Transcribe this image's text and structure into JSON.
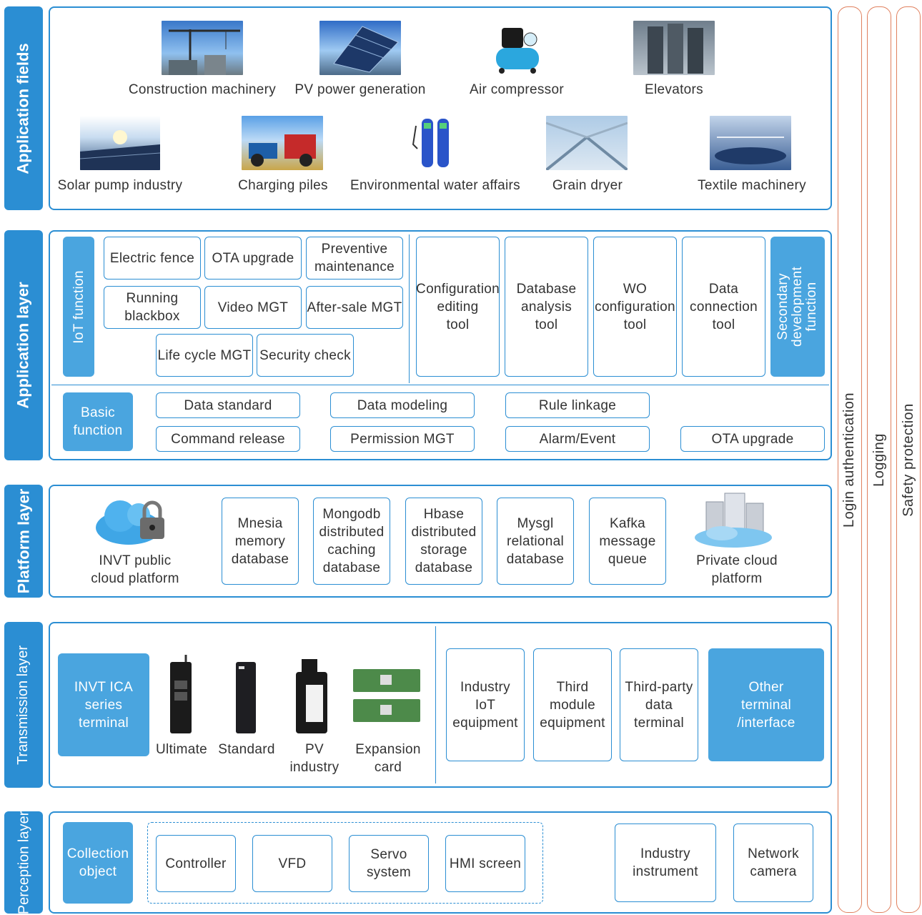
{
  "layers": {
    "application_fields": "Application fields",
    "application_layer": "Application layer",
    "platform_layer": "Platform layer",
    "transmission_layer": "Transmission layer",
    "perception_layer": "Perception\nlayer"
  },
  "rails": {
    "login": "Login authentication",
    "logging": "Logging",
    "safety": "Safety protection"
  },
  "fields": {
    "construction": "Construction machinery",
    "pv": "PV power generation",
    "air": "Air compressor",
    "elevators": "Elevators",
    "solar_pump": "Solar pump industry",
    "charging": "Charging piles",
    "water": "Environmental water affairs",
    "grain": "Grain dryer",
    "textile": "Textile machinery"
  },
  "app": {
    "iot_function": "IoT function",
    "electric_fence": "Electric fence",
    "ota_upgrade": "OTA upgrade",
    "preventive": "Preventive\nmaintenance",
    "blackbox": "Running\nblackbox",
    "video": "Video MGT",
    "aftersale": "After-sale MGT",
    "lifecycle": "Life cycle MGT",
    "security": "Security check",
    "config_tool": "Configuration\nediting\ntool",
    "db_tool": "Database\nanalysis\ntool",
    "wo_tool": "WO\nconfiguration\ntool",
    "data_tool": "Data\nconnection\ntool",
    "secondary": "Secondary\ndevelopment\nfunction",
    "basic_function": "Basic\nfunction",
    "data_standard": "Data standard",
    "data_modeling": "Data modeling",
    "rule_linkage": "Rule linkage",
    "command_release": "Command release",
    "permission": "Permission MGT",
    "alarm": "Alarm/Event",
    "ota_upgrade_2": "OTA upgrade"
  },
  "platform": {
    "public_cloud": "INVT public\ncloud platform",
    "mnesia": "Mnesia\nmemory\ndatabase",
    "mongodb": "Mongodb\ndistributed\ncaching\ndatabase",
    "hbase": "Hbase\ndistributed\nstorage\ndatabase",
    "mysql": "Mysgl\nrelational\ndatabase",
    "kafka": "Kafka\nmessage\nqueue",
    "private_cloud": "Private cloud\nplatform"
  },
  "transmission": {
    "ica": "INVT ICA\nseries\nterminal",
    "ultimate": "Ultimate",
    "standard": "Standard",
    "pv_industry": "PV\nindustry",
    "expansion": "Expansion\ncard",
    "industry_iot": "Industry\nIoT\nequipment",
    "third_module": "Third\nmodule\nequipment",
    "third_party": "Third-party\ndata\nterminal",
    "other": "Other\nterminal\n/interface"
  },
  "perception": {
    "collection": "Collection\nobject",
    "controller": "Controller",
    "vfd": "VFD",
    "servo": "Servo\nsystem",
    "hmi": "HMI screen",
    "instrument": "Industry\ninstrument",
    "camera": "Network\ncamera"
  }
}
